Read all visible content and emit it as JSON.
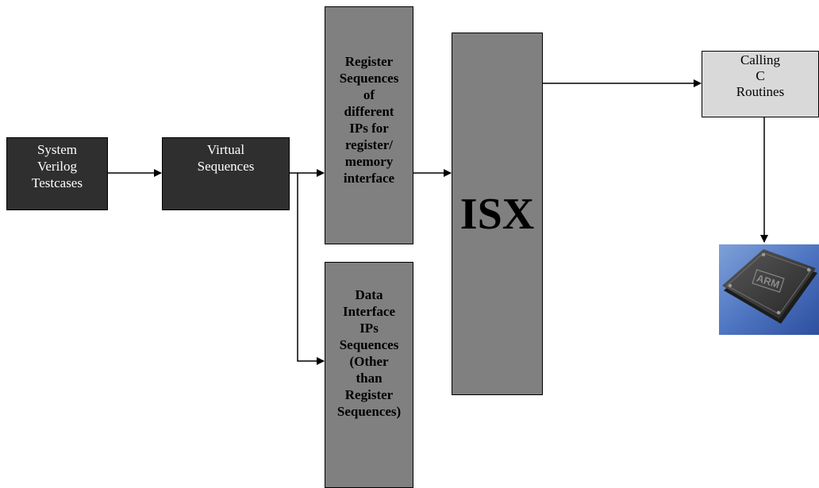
{
  "diagram": {
    "nodes": {
      "testcases": "System\nVerilog\nTestcases",
      "virtual": "Virtual\nSequences",
      "register_seq": "Register\nSequences\nof\ndifferent\nIPs for\nregister/\nmemory\ninterface",
      "data_seq": "Data\nInterface\nIPs\nSequences\n(Other\nthan\nRegister\nSequences)",
      "isx": "ISX",
      "c_routines": "Calling\nC\nRoutines",
      "chip_label": "ARM"
    },
    "colors": {
      "dark_box": "#2f2f2f",
      "grey_box": "#808080",
      "light_box": "#d9d9d9"
    }
  }
}
